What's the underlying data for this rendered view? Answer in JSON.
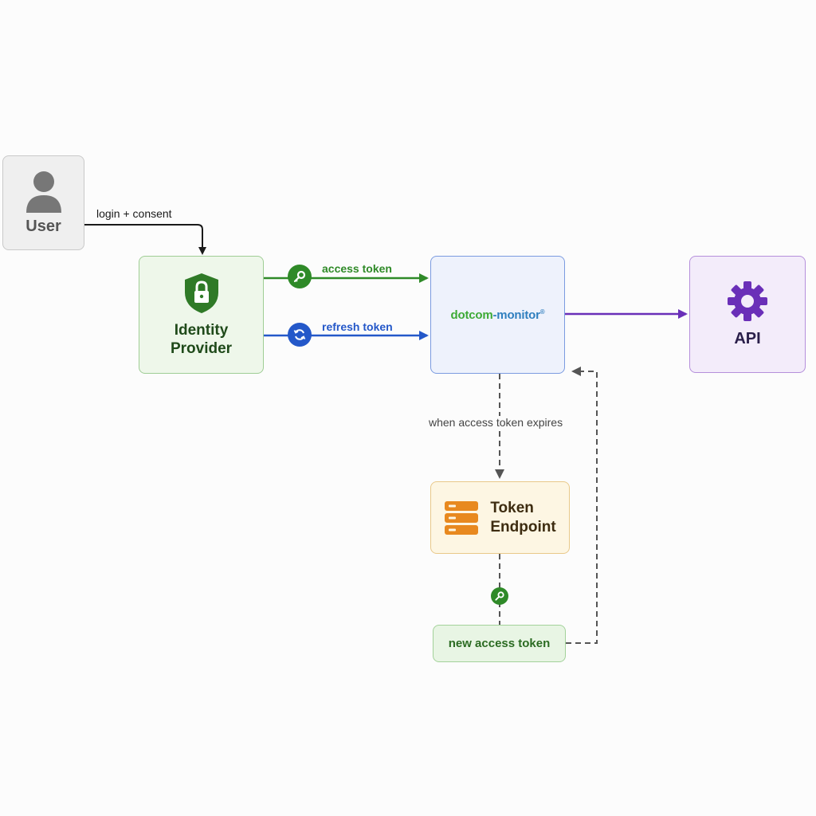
{
  "nodes": {
    "user": {
      "label": "User",
      "icon": "user-icon"
    },
    "identity_provider": {
      "label_line1": "Identity",
      "label_line2": "Provider",
      "icon": "shield-lock-icon"
    },
    "dotcom_monitor": {
      "logo_part1": "dotcom",
      "logo_part2": "-monitor",
      "logo_mark": "®"
    },
    "api": {
      "label": "API",
      "icon": "gear-icon"
    },
    "token_endpoint": {
      "label_line1": "Token",
      "label_line2": "Endpoint",
      "icon": "server-stack-icon"
    },
    "new_access_token": {
      "label": "new access token"
    }
  },
  "edges": {
    "login": "login + consent",
    "access": "access token",
    "refresh": "refresh token",
    "expires": "when access token expires"
  },
  "icons": {
    "access_badge": "key-icon",
    "refresh_badge": "refresh-icon",
    "new_token_badge": "key-icon"
  },
  "colors": {
    "green": "#2f8a28",
    "blue": "#2458c9",
    "purple": "#6a2fb8",
    "orange": "#e8891f",
    "gray_dash": "#555555"
  }
}
